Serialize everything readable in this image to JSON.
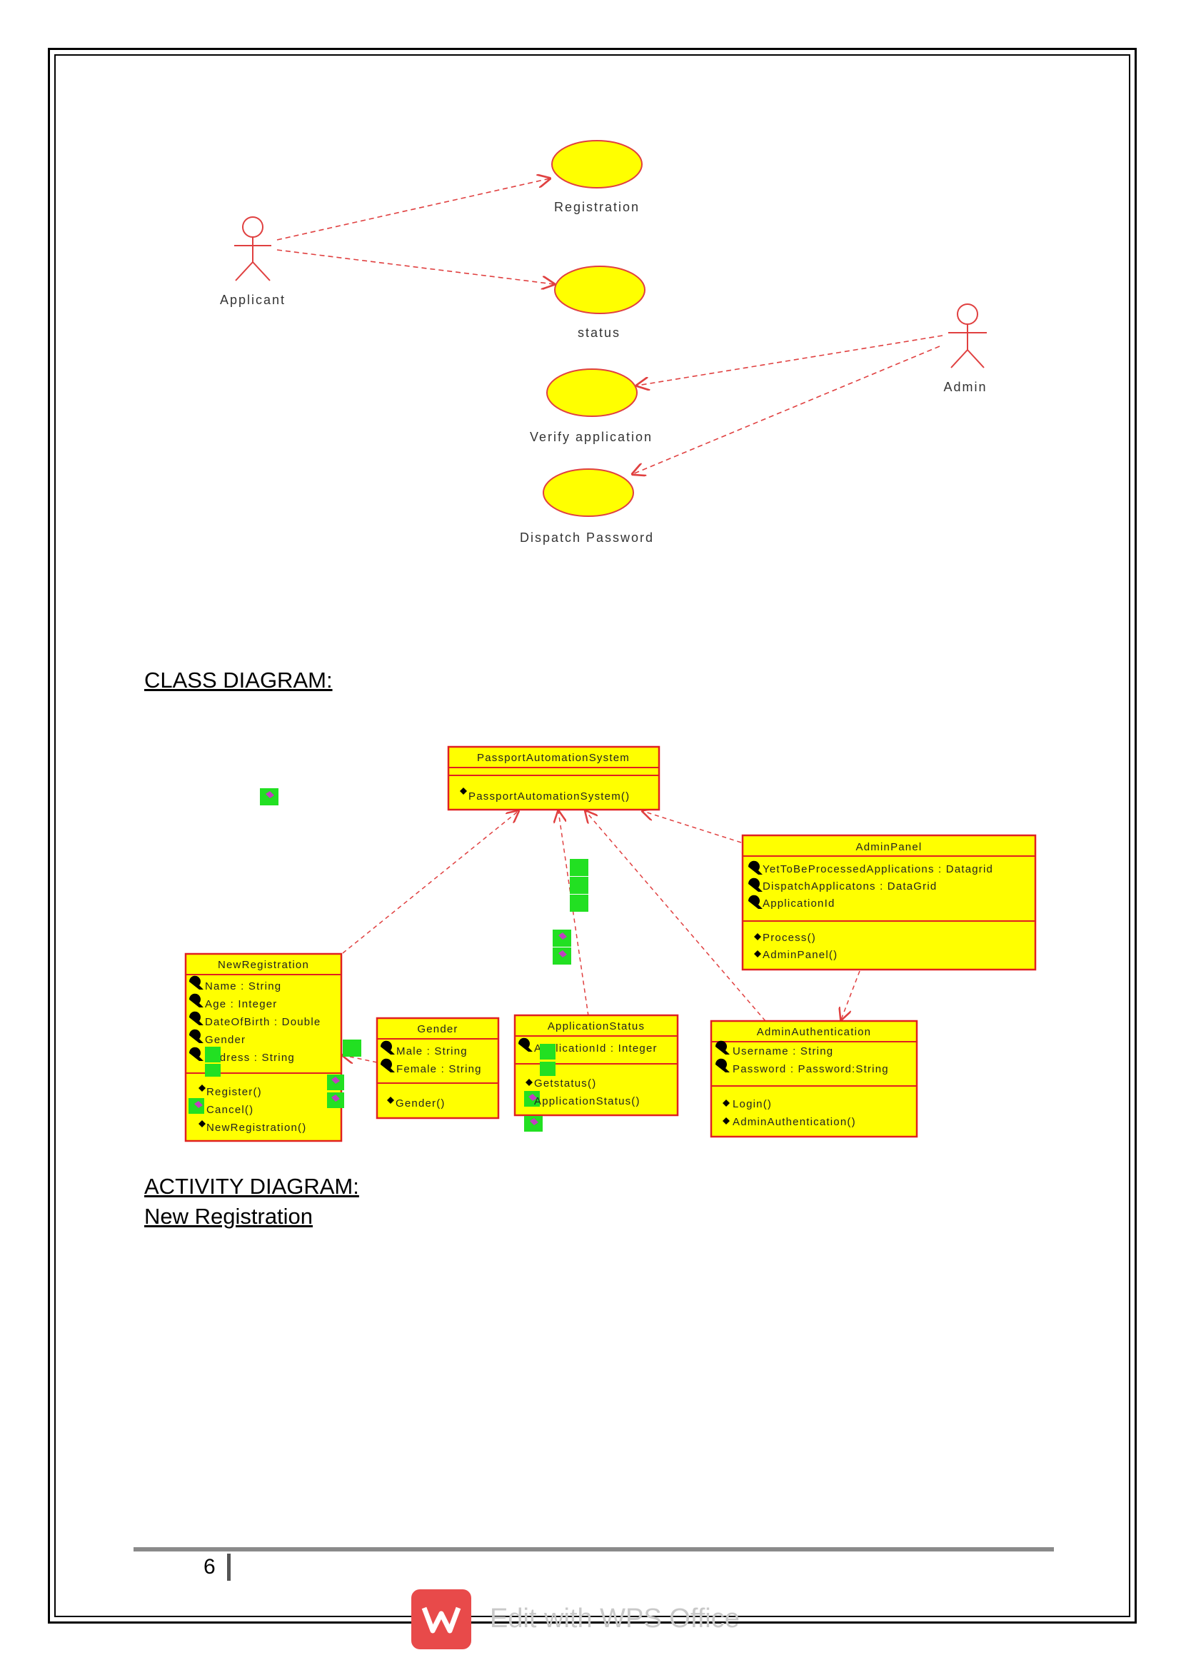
{
  "usecase": {
    "actors": [
      "Applicant",
      "Admin"
    ],
    "usecases": [
      "Registration",
      "status",
      "Verify application",
      "Dispatch Password"
    ]
  },
  "headings": {
    "class_diagram": "CLASS DIAGRAM:",
    "activity_diagram": "ACTIVITY DIAGRAM:",
    "new_registration": "New Registration"
  },
  "classes": {
    "passport": {
      "name": "PassportAutomationSystem",
      "methods": [
        "PassportAutomationSystem()"
      ]
    },
    "admin_panel": {
      "name": "AdminPanel",
      "attributes": [
        "YetToBeProcessedApplications : Datagrid",
        "DispatchApplicatons : DataGrid",
        "ApplicationId"
      ],
      "methods": [
        "Process()",
        "AdminPanel()"
      ]
    },
    "new_registration": {
      "name": "NewRegistration",
      "attributes": [
        "Name : String",
        "Age : Integer",
        "DateOfBirth : Double",
        "Gender",
        "Address : String"
      ],
      "methods": [
        "Register()",
        "Cancel()",
        "NewRegistration()"
      ]
    },
    "gender": {
      "name": "Gender",
      "attributes": [
        "Male : String",
        "Female : String"
      ],
      "methods": [
        "Gender()"
      ]
    },
    "application_status": {
      "name": "ApplicationStatus",
      "attributes": [
        "ApplicationId : Integer"
      ],
      "methods": [
        "Getstatus()",
        "ApplicationStatus()"
      ]
    },
    "admin_auth": {
      "name": "AdminAuthentication",
      "attributes": [
        "Username : String",
        "Password : Password:String"
      ],
      "methods": [
        "Login()",
        "AdminAuthentication()"
      ]
    }
  },
  "footer": {
    "page_number": "6"
  },
  "watermark": {
    "text": "Edit with WPS Office",
    "icon": "wps-logo-icon"
  },
  "colors": {
    "class_fill": "#ffff00",
    "class_border": "#e02020",
    "usecase_fill": "#ffff00",
    "actor_stroke": "#e04040",
    "dash": "#e04040"
  }
}
